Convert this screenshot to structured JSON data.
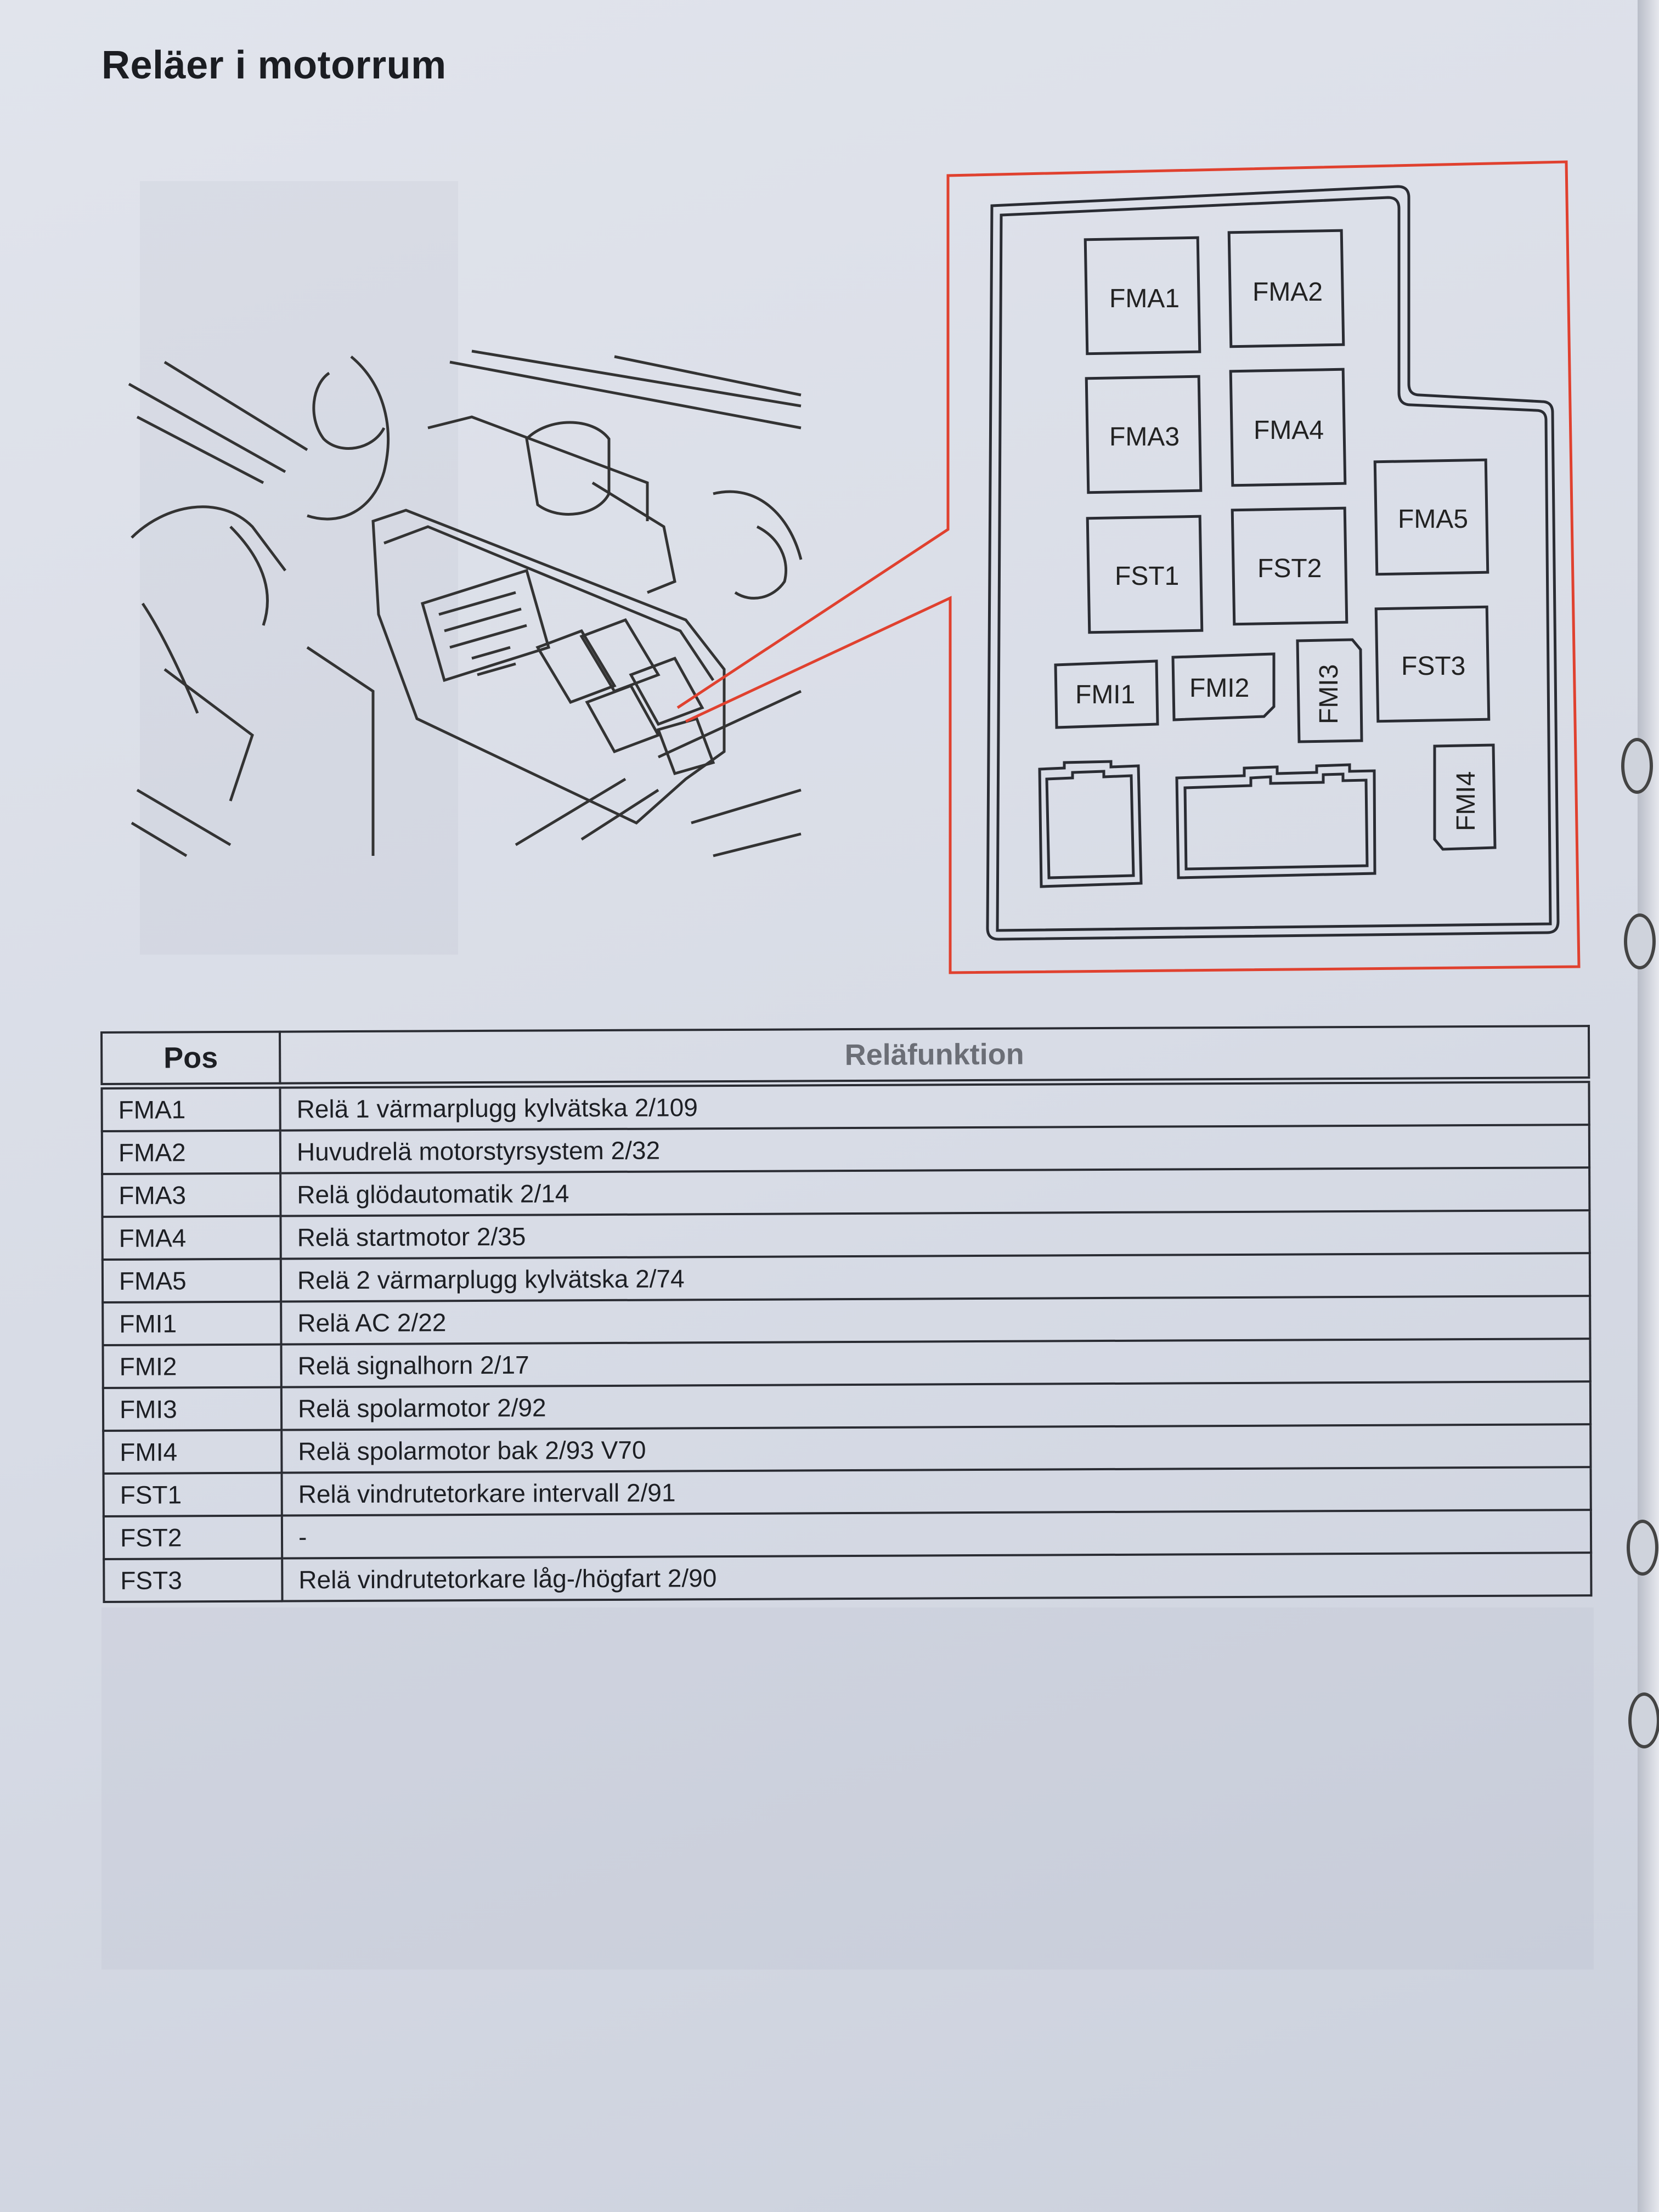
{
  "page": {
    "title": "Reläer i motorrum"
  },
  "diagram": {
    "relays": [
      {
        "id": "FMA1",
        "label": "FMA1"
      },
      {
        "id": "FMA2",
        "label": "FMA2"
      },
      {
        "id": "FMA3",
        "label": "FMA3"
      },
      {
        "id": "FMA4",
        "label": "FMA4"
      },
      {
        "id": "FMA5",
        "label": "FMA5"
      },
      {
        "id": "FST1",
        "label": "FST1"
      },
      {
        "id": "FST2",
        "label": "FST2"
      },
      {
        "id": "FST3",
        "label": "FST3"
      },
      {
        "id": "FMI1",
        "label": "FMI1"
      },
      {
        "id": "FMI2",
        "label": "FMI2"
      },
      {
        "id": "FMI3",
        "label": "FMI3"
      },
      {
        "id": "FMI4",
        "label": "FMI4"
      }
    ],
    "highlight_color": "#e0412f"
  },
  "table": {
    "headers": {
      "pos": "Pos",
      "function": "Reläfunktion"
    },
    "rows": [
      {
        "pos": "FMA1",
        "function": "Relä 1 värmarplugg kylvätska 2/109"
      },
      {
        "pos": "FMA2",
        "function": "Huvudrelä motorstyrsystem 2/32"
      },
      {
        "pos": "FMA3",
        "function": "Relä glödautomatik 2/14"
      },
      {
        "pos": "FMA4",
        "function": "Relä startmotor 2/35"
      },
      {
        "pos": "FMA5",
        "function": "Relä 2 värmarplugg kylvätska 2/74"
      },
      {
        "pos": "FMI1",
        "function": "Relä AC 2/22"
      },
      {
        "pos": "FMI2",
        "function": "Relä signalhorn 2/17"
      },
      {
        "pos": "FMI3",
        "function": "Relä spolarmotor 2/92"
      },
      {
        "pos": "FMI4",
        "function": "Relä spolarmotor bak 2/93 V70"
      },
      {
        "pos": "FST1",
        "function": "Relä vindrutetorkare intervall 2/91"
      },
      {
        "pos": "FST2",
        "function": "-"
      },
      {
        "pos": "FST3",
        "function": "Relä vindrutetorkare låg-/högfart 2/90"
      }
    ]
  }
}
